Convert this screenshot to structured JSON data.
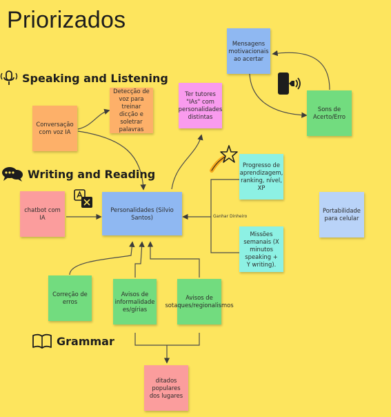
{
  "title": "Priorizados",
  "sections": {
    "speaking": "Speaking and Listening",
    "writing": "Writing and Reading",
    "grammar": "Grammar"
  },
  "notes": {
    "mensagens": "Mensagens motivacionais ao acertar",
    "sons": "Sons de Acerto/Erro",
    "deteccao": "Detecção de voz para treinar dicção e soletrar palavras",
    "tutores": "Ter tutores \"IAs\" com personalidades distintas",
    "conversacao": "Conversação com voz IA",
    "progresso": "Progresso de aprendizagem, ranking, nível, XP",
    "chatbot": "chatbot com IA",
    "personalidades": "Personalidades (Silvio Santos)",
    "portabilidade": "Portabilidade para celular",
    "missoes": "Missões semanais (X minutos speaking + Y writing).",
    "correcao": "Correção de erros",
    "informalidade": "Avisos de informalidade es/gírias",
    "sotaques": "Avisos de sotaques/regionalismos",
    "ditados": "ditados populares dos lugares"
  },
  "labels": {
    "ganhar": "Ganhar Dinheiro"
  },
  "colors": {
    "background": "#fde55e",
    "blue": "#8fb8f2",
    "green": "#72dc7f",
    "orange": "#fdb069",
    "pink": "#f99bee",
    "cyan": "#8df1e4",
    "salmon": "#fb9d9d",
    "light_blue": "#b9d3f8"
  }
}
